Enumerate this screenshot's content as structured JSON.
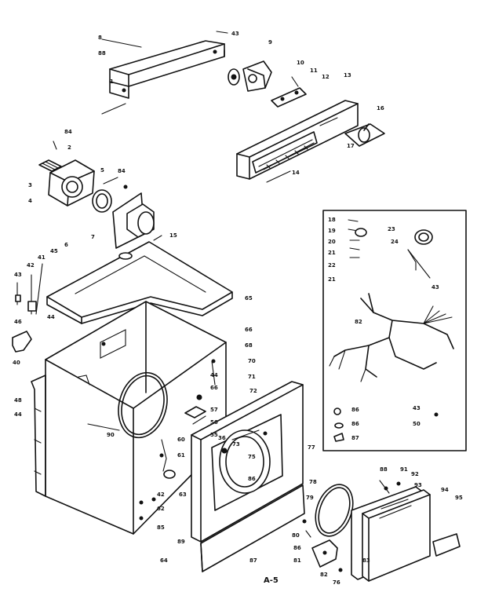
{
  "diagram": {
    "caption": "A-5",
    "callouts": {
      "c1": "1",
      "c2": "2",
      "c3": "3",
      "c4": "4",
      "c5": "5",
      "c6": "6",
      "c7": "7",
      "c8": "8",
      "c9": "9",
      "c10": "10",
      "c11": "11",
      "c12": "12",
      "c13": "13",
      "c14": "14",
      "c15": "15",
      "c16": "16",
      "c17": "17",
      "c18": "18",
      "c19": "19",
      "c20": "20",
      "c21": "21",
      "c22": "22",
      "c23": "23",
      "c24": "24",
      "c36": "36",
      "c40": "40",
      "c41": "41",
      "c42": "42",
      "c43": "43",
      "c44": "44",
      "c45": "45",
      "c46": "46",
      "c48": "48",
      "c50": "50",
      "c55": "55",
      "c56": "56",
      "c57": "57",
      "c60": "60",
      "c61": "61",
      "c62": "62",
      "c63": "63",
      "c64": "64",
      "c65": "65",
      "c66": "66",
      "c68": "68",
      "c70": "70",
      "c71": "71",
      "c72": "72",
      "c73": "73",
      "c75": "75",
      "c76": "76",
      "c77": "77",
      "c78": "78",
      "c79": "79",
      "c80": "80",
      "c81": "81",
      "c82": "82",
      "c83": "83",
      "c84": "84",
      "c85": "85",
      "c86": "86",
      "c87": "87",
      "c88": "88",
      "c89": "89",
      "c90": "90",
      "c91": "91",
      "c92": "92",
      "c93": "93",
      "c94": "94",
      "c95": "95"
    }
  }
}
